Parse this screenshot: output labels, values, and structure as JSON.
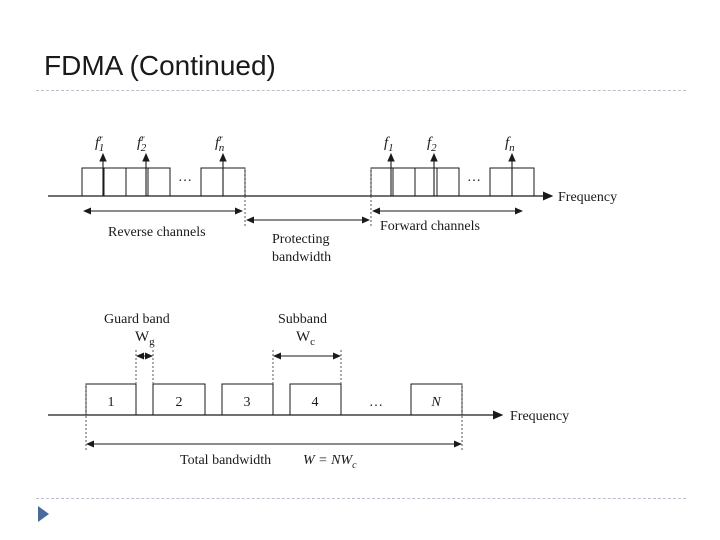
{
  "slide": {
    "title": "FDMA (Continued)"
  },
  "top_diagram": {
    "reverse_labels": [
      {
        "base": "f",
        "sub": "1",
        "sup": "r"
      },
      {
        "base": "f",
        "sub": "2",
        "sup": "r"
      },
      {
        "base": "f",
        "sub": "n",
        "sup": "r"
      }
    ],
    "forward_labels": [
      {
        "base": "f",
        "sub": "1"
      },
      {
        "base": "f",
        "sub": "2"
      },
      {
        "base": "f",
        "sub": "n"
      }
    ],
    "ellipsis": "…",
    "axis_label": "Frequency",
    "reverse_channels_label": "Reverse channels",
    "forward_channels_label": "Forward channels",
    "protecting_line1": "Protecting",
    "protecting_line2": "bandwidth"
  },
  "bottom_diagram": {
    "guard_band_label": "Guard band",
    "guard_symbol": "W",
    "guard_sub": "g",
    "subband_label": "Subband",
    "subband_symbol": "W",
    "subband_sub": "c",
    "subband_numbers": [
      "1",
      "2",
      "3",
      "4"
    ],
    "last_subband": "N",
    "ellipsis": "…",
    "axis_label": "Frequency",
    "total_prefix": "Total bandwidth",
    "total_formula": "W = NW",
    "total_formula_sub": "c"
  },
  "colors": {
    "title": "#1a1a1a",
    "rule": "#b8c0cc",
    "bullet": "#4a6a9c",
    "ink": "#1a1a1a"
  }
}
